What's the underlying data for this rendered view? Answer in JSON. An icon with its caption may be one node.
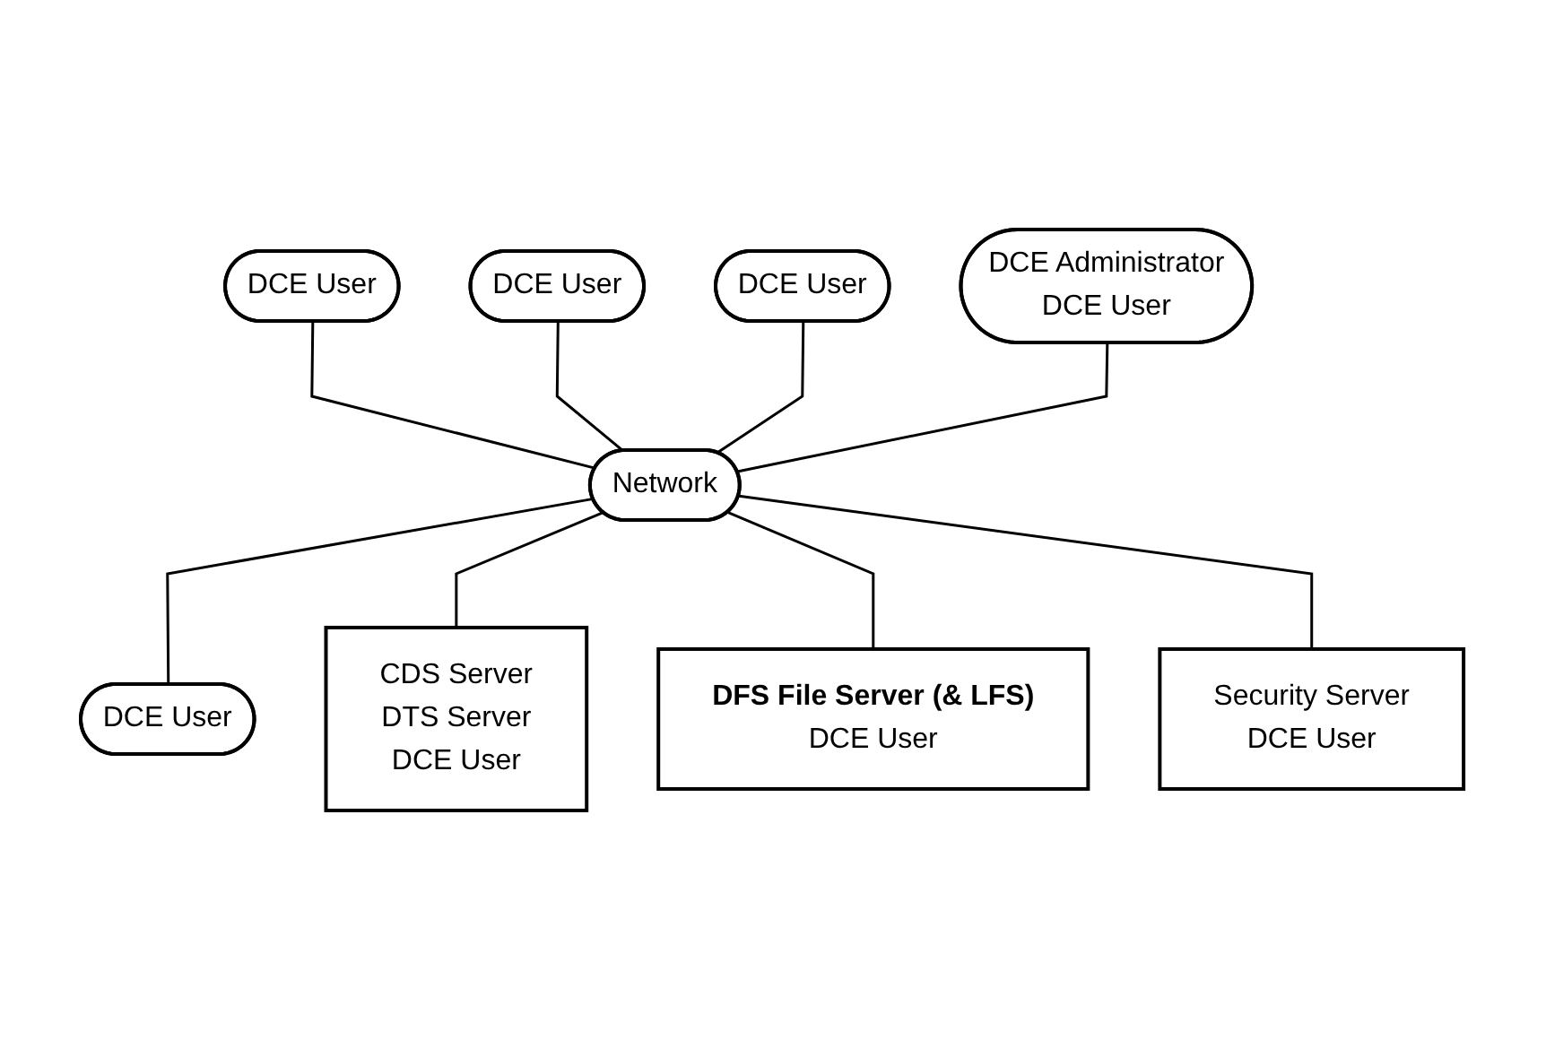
{
  "diagram": {
    "nodes": [
      {
        "text": [
          "DCE User"
        ]
      },
      {
        "text": [
          "DCE User"
        ]
      },
      {
        "text": [
          "DCE User"
        ]
      },
      {
        "text": [
          "DCE Administrator",
          "DCE User"
        ]
      },
      {
        "text": [
          "Network"
        ]
      },
      {
        "text": [
          "DCE User"
        ]
      },
      {
        "text": [
          "CDS Server",
          "DTS Server",
          "DCE User"
        ]
      },
      {
        "text": [
          "Security Server",
          "DCE User"
        ]
      },
      {
        "text": [
          "DFS File Server (& LFS)",
          "DCE User"
        ]
      }
    ],
    "edges": [
      {
        "from": 1,
        "to": 4,
        "arrow": "none"
      },
      {
        "from": 0,
        "to": 4,
        "arrow": "none"
      },
      {
        "from": 2,
        "to": 4,
        "arrow": "none"
      },
      {
        "from": 3,
        "to": 4,
        "arrow": "none"
      },
      {
        "from": 4,
        "to": 5,
        "arrow": "none"
      },
      {
        "from": 4,
        "to": 6,
        "arrow": "none"
      },
      {
        "from": 4,
        "to": 8,
        "arrow": "none"
      },
      {
        "from": 4,
        "to": 7,
        "arrow": "none"
      }
    ]
  }
}
